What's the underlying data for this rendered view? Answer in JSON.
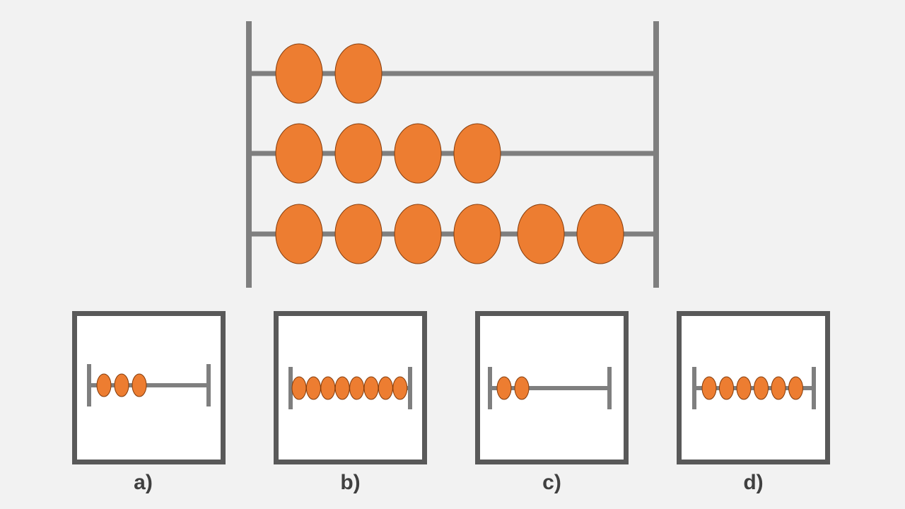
{
  "colors": {
    "background": "#f2f2f2",
    "rod": "#7f7f7f",
    "bead": "#ed7d31",
    "bead_outline": "#843c0c",
    "box_border": "#595959",
    "box_fill": "#ffffff",
    "label": "#404040"
  },
  "main_abacus": {
    "rows": [
      {
        "beads": 2
      },
      {
        "beads": 4
      },
      {
        "beads": 6
      }
    ]
  },
  "options": [
    {
      "label": "a)",
      "beads": 3
    },
    {
      "label": "b)",
      "beads": 8
    },
    {
      "label": "c)",
      "beads": 2
    },
    {
      "label": "d)",
      "beads": 6
    }
  ]
}
